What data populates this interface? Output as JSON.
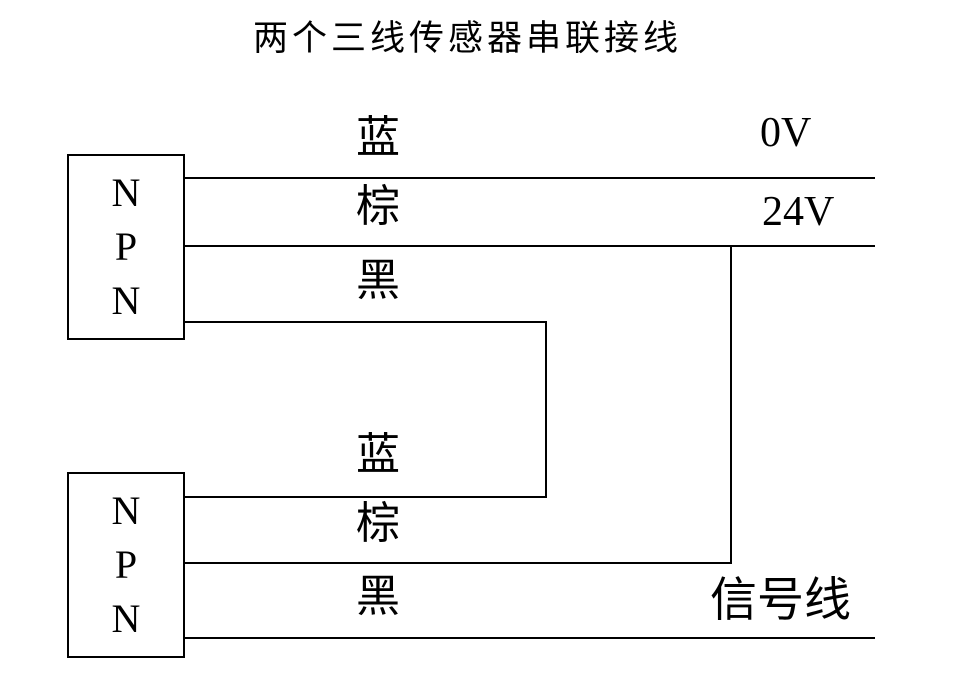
{
  "diagram": {
    "title": "两个三线传感器串联接线",
    "sensor_top": {
      "letters": [
        "N",
        "P",
        "N"
      ],
      "wires": {
        "blue": "蓝",
        "brown": "棕",
        "black": "黑"
      }
    },
    "sensor_bottom": {
      "letters": [
        "N",
        "P",
        "N"
      ],
      "wires": {
        "blue": "蓝",
        "brown": "棕",
        "black": "黑"
      }
    },
    "rails": {
      "zero_volt": "0V",
      "supply_volt": "24V",
      "signal": "信号线"
    },
    "colors": {
      "line": "#000000",
      "background": "#ffffff",
      "text": "#000000"
    }
  }
}
